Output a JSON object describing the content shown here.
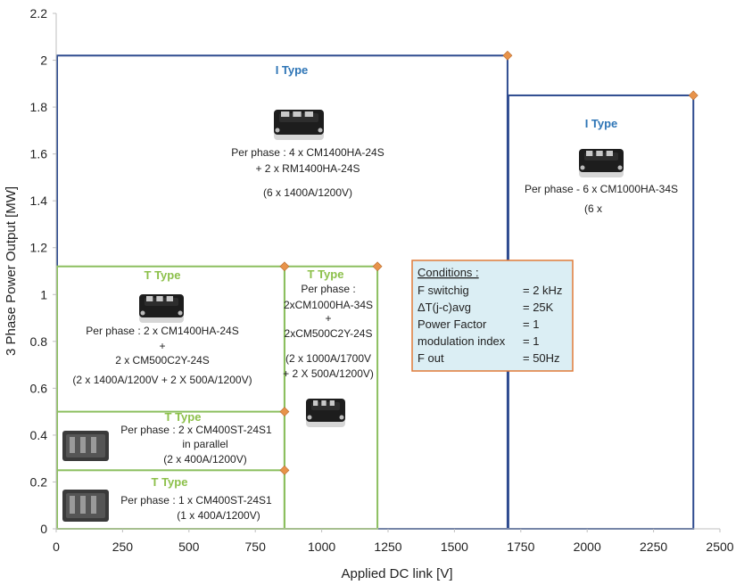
{
  "chart_data": {
    "type": "area",
    "xlabel": "Applied  DC link [V]",
    "ylabel": "3 Phase Power Output  [MW]",
    "xlim": [
      0,
      2500
    ],
    "ylim": [
      0,
      2.2
    ],
    "x_ticks": [
      0,
      250,
      500,
      750,
      1000,
      1250,
      1500,
      1750,
      2000,
      2250,
      2500
    ],
    "x_tick_labels": [
      "0",
      "250",
      "500",
      "750",
      "1000",
      "1250",
      "1500",
      "1750",
      "2000",
      "2250",
      "2500"
    ],
    "y_ticks": [
      0,
      0.2,
      0.4,
      0.6,
      0.8,
      1,
      1.2,
      1.4,
      1.6,
      1.8,
      2,
      2.2
    ],
    "y_tick_labels": [
      "0",
      "0.2",
      "0.4",
      "0.6",
      "0.8",
      "1",
      "1.2",
      "1.4",
      "1.6",
      "1.8",
      "2",
      "2.2"
    ],
    "grid": false,
    "regions": [
      {
        "type_label": "I Type",
        "x": [
          0,
          1700
        ],
        "y": [
          0,
          2.02
        ],
        "color": "#2e4b8f",
        "label_color": "#2e75b6",
        "lines": [
          "Per phase : 4 x CM1400HA-24S",
          "+ 2 x RM1400HA-24S",
          "(6 x 1400A/1200V)"
        ]
      },
      {
        "type_label": "I Type",
        "x": [
          1700,
          2400
        ],
        "y": [
          0,
          1.85
        ],
        "color": "#2e4b8f",
        "label_color": "#2e75b6",
        "lines": [
          "Per phase - 6 x CM1000HA-34S",
          "(6 x"
        ]
      },
      {
        "type_label": "T Type",
        "x": [
          0,
          860
        ],
        "y": [
          0,
          1.12
        ],
        "color": "#8cbf5f",
        "label_color": "#8cc04a",
        "lines": [
          "Per phase : 2 x CM1400HA-24S",
          "+",
          "2 x CM500C2Y-24S",
          "(2 x 1400A/1200V + 2 X 500A/1200V)"
        ]
      },
      {
        "type_label": "T Type",
        "x": [
          860,
          1210
        ],
        "y": [
          0,
          1.12
        ],
        "color": "#8cbf5f",
        "label_color": "#8cc04a",
        "lines": [
          "Per phase :",
          "2xCM1000HA-34S",
          "+",
          "2xCM500C2Y-24S",
          "(2 x 1000A/1700V",
          "+ 2 X 500A/1200V)"
        ]
      },
      {
        "type_label": "T Type",
        "x": [
          0,
          860
        ],
        "y": [
          0,
          0.5
        ],
        "color": "#8cbf5f",
        "label_color": "#8cc04a",
        "lines": [
          "Per phase : 2 x CM400ST-24S1",
          "in parallel",
          "(2 x 400A/1200V)"
        ]
      },
      {
        "type_label": "T Type",
        "x": [
          0,
          860
        ],
        "y": [
          0,
          0.25
        ],
        "color": "#8cbf5f",
        "label_color": "#8cc04a",
        "lines": [
          "Per phase : 1 x CM400ST-24S1",
          "(1 x 400A/1200V)"
        ]
      }
    ],
    "corner_points": [
      {
        "x": 1700,
        "y": 2.02
      },
      {
        "x": 2400,
        "y": 1.85
      },
      {
        "x": 860,
        "y": 1.12
      },
      {
        "x": 1210,
        "y": 1.12
      },
      {
        "x": 860,
        "y": 0.5
      },
      {
        "x": 860,
        "y": 0.25
      }
    ],
    "conditions": {
      "title": "Conditions :",
      "rows": [
        {
          "label": "F switchig",
          "value": "= 2 kHz"
        },
        {
          "label": "ΔT(j-c)avg",
          "value": "= 25K"
        },
        {
          "label": "Power Factor",
          "value": "= 1"
        },
        {
          "label": "modulation  index",
          "value": "= 1"
        },
        {
          "label": "F out",
          "value": "= 50Hz"
        }
      ]
    },
    "colors": {
      "i_type_border": "#2e4b8f",
      "t_type_border": "#8cbf5f",
      "marker": "#e8934a",
      "conditions_fill": "#dbeef4",
      "conditions_border": "#e07b39"
    }
  }
}
